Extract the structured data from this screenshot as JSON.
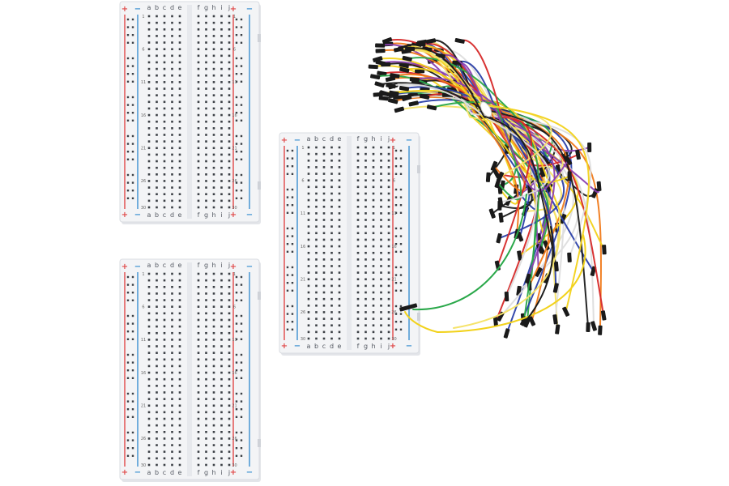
{
  "scene": {
    "background": "#ffffff",
    "breadboards": [
      {
        "name": "top-left",
        "rows": 30
      },
      {
        "name": "center-right",
        "rows": 30
      },
      {
        "name": "bottom-left",
        "rows": 30
      }
    ],
    "column_labels_left": [
      "a",
      "b",
      "c",
      "d",
      "e"
    ],
    "column_labels_right": [
      "f",
      "g",
      "h",
      "i",
      "j"
    ],
    "rail_plus_symbol": "+",
    "rail_minus_symbol": "−",
    "colors": {
      "board": "#f3f4f6",
      "board_edge": "#d9dce1",
      "hole": "#3b3f45",
      "rail_red": "#e04848",
      "rail_blue": "#3a8fd0",
      "wire_palette": [
        "#f2d21b",
        "#1b1b1b",
        "#f07a1a",
        "#2a3fa8",
        "#d62828",
        "#2aa84a",
        "#8a3fb0",
        "#ffffff",
        "#f5e36a"
      ]
    },
    "jumper_wire_bundle": {
      "count": 65
    }
  }
}
